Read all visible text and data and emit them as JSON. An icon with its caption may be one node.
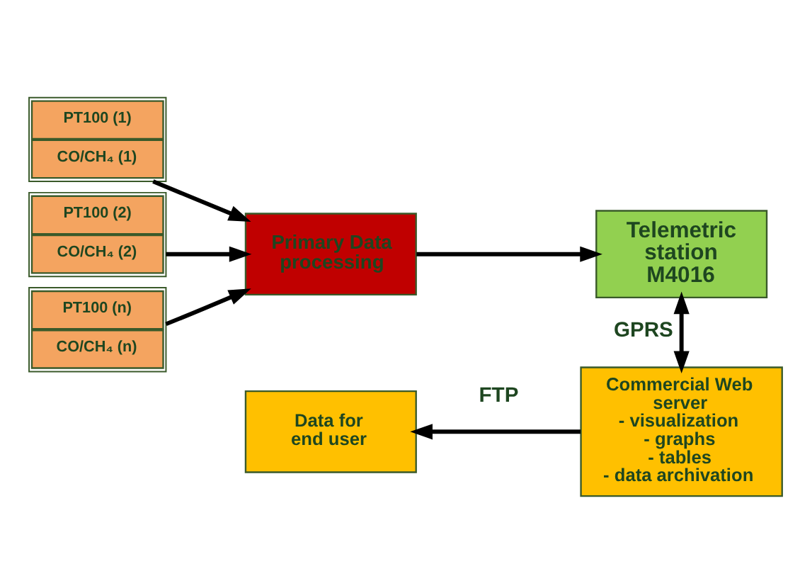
{
  "diagram": {
    "nodes": [
      {
        "text": [],
        "shape": "box"
      },
      {
        "text": [
          "PT100 (1)"
        ],
        "in": 0
      },
      {
        "text": [
          "CO/CH₄ (1)"
        ],
        "in": 0
      },
      {
        "text": [],
        "shape": "box"
      },
      {
        "text": [
          "PT100 (2)"
        ],
        "in": 3
      },
      {
        "text": [
          "CO/CH₄ (2)"
        ],
        "in": 3
      },
      {
        "text": [],
        "shape": "box"
      },
      {
        "text": [
          "PT100 (n)"
        ],
        "in": 6
      },
      {
        "text": [
          "CO/CH₄ (n)"
        ],
        "in": 6
      },
      {
        "text": [
          "Primary Data processing"
        ]
      },
      {
        "text": [
          "Telemetric station M4016"
        ]
      },
      {
        "text": [
          "Commercial Web server",
          "- visualization",
          "- graphs",
          "- tables",
          "- data archivation"
        ]
      },
      {
        "text": [
          "Data for end user"
        ]
      }
    ],
    "edges": [
      {
        "from": 0,
        "to": 9,
        "arrow": "to"
      },
      {
        "from": 3,
        "to": 9,
        "arrow": "to"
      },
      {
        "from": 6,
        "to": 9,
        "arrow": "to"
      },
      {
        "from": 9,
        "to": 10,
        "arrow": "to"
      },
      {
        "from": 10,
        "to": 11,
        "arrow": "both",
        "label": "GPRS"
      },
      {
        "from": 11,
        "to": 12,
        "arrow": "to",
        "label": "FTP"
      }
    ]
  }
}
